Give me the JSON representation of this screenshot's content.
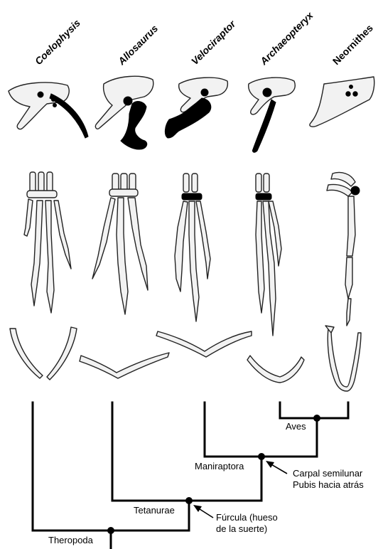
{
  "taxa": [
    {
      "name": "Coelophysis",
      "italic": true
    },
    {
      "name": "Allosaurus",
      "italic": true
    },
    {
      "name": "Velociraptor",
      "italic": true
    },
    {
      "name": "Archaeopteryx",
      "italic": true
    },
    {
      "name": "Neornithes",
      "italic": false
    }
  ],
  "clades": {
    "aves": "Aves",
    "maniraptora": "Maniraptora",
    "tetanurae": "Tetanurae",
    "theropoda": "Theropoda"
  },
  "characters": {
    "maniraptora_line1": "Carpal semilunar",
    "maniraptora_line2": "Pubis hacia atrás",
    "tetanurae_line1": "Fúrcula (hueso",
    "tetanurae_line2": "de la suerte)"
  }
}
